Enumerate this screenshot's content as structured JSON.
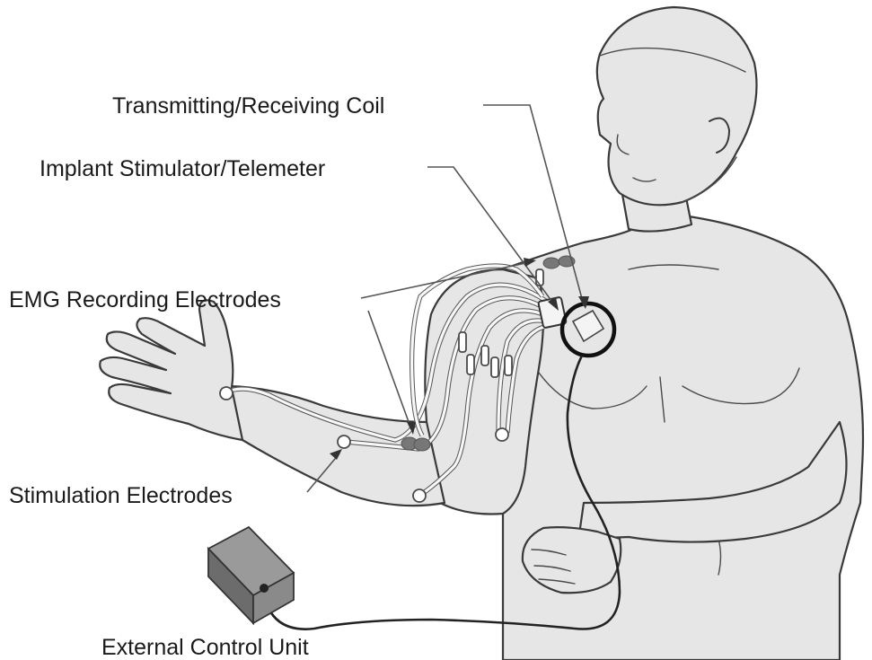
{
  "diagram": {
    "labels": {
      "coil": "Transmitting/Receiving Coil",
      "implant": "Implant Stimulator/Telemeter",
      "emg": "EMG Recording Electrodes",
      "stim": "Stimulation Electrodes",
      "control": "External Control Unit"
    },
    "colors": {
      "skin": "#e6e6e6",
      "outline": "#3a3a3a",
      "electrode_emg": "#777777",
      "control_box": "#8a8a8a"
    }
  }
}
